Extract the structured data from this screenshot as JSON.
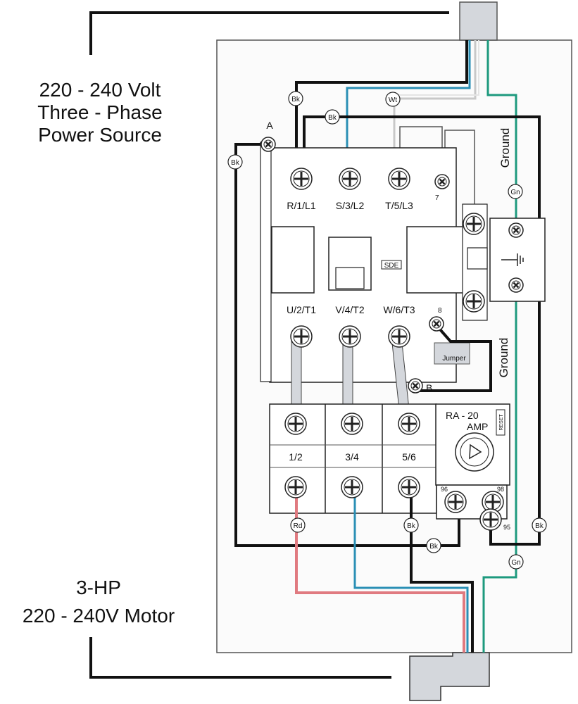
{
  "labels": {
    "source_line1": "220 - 240 Volt",
    "source_line2": "Three - Phase",
    "source_line3": "Power Source",
    "motor_line1": "3-HP",
    "motor_line2": "220 - 240V Motor",
    "ground_top": "Ground",
    "ground_bottom": "Ground",
    "terminal_a": "A",
    "terminal_b": "B",
    "line_terminals": [
      "R/1/L1",
      "S/3/L2",
      "T/5/L3"
    ],
    "aux_top": "7",
    "load_terminals": [
      "U/2/T1",
      "V/4/T2",
      "W/6/T3"
    ],
    "aux_bottom": "8",
    "sde": "SDE",
    "jumper": "Jumper",
    "overload_poles": [
      "1/2",
      "3/4",
      "5/6"
    ],
    "overload_title": "RA - 20",
    "overload_unit": "AMP",
    "reset": "RESET",
    "contact_96": "96",
    "contact_98": "98",
    "contact_95": "95"
  },
  "wire_tags": {
    "bk": "Bk",
    "wt": "Wt",
    "gn": "Gn",
    "rd": "Rd"
  },
  "colors": {
    "black_wire": "#111111",
    "blue_wire": "#2a8fb5",
    "green_wire": "#1d9a7e",
    "red_wire": "#e07a80",
    "white_wire": "#d9d9d9",
    "conduit": "#d4d7dc"
  }
}
